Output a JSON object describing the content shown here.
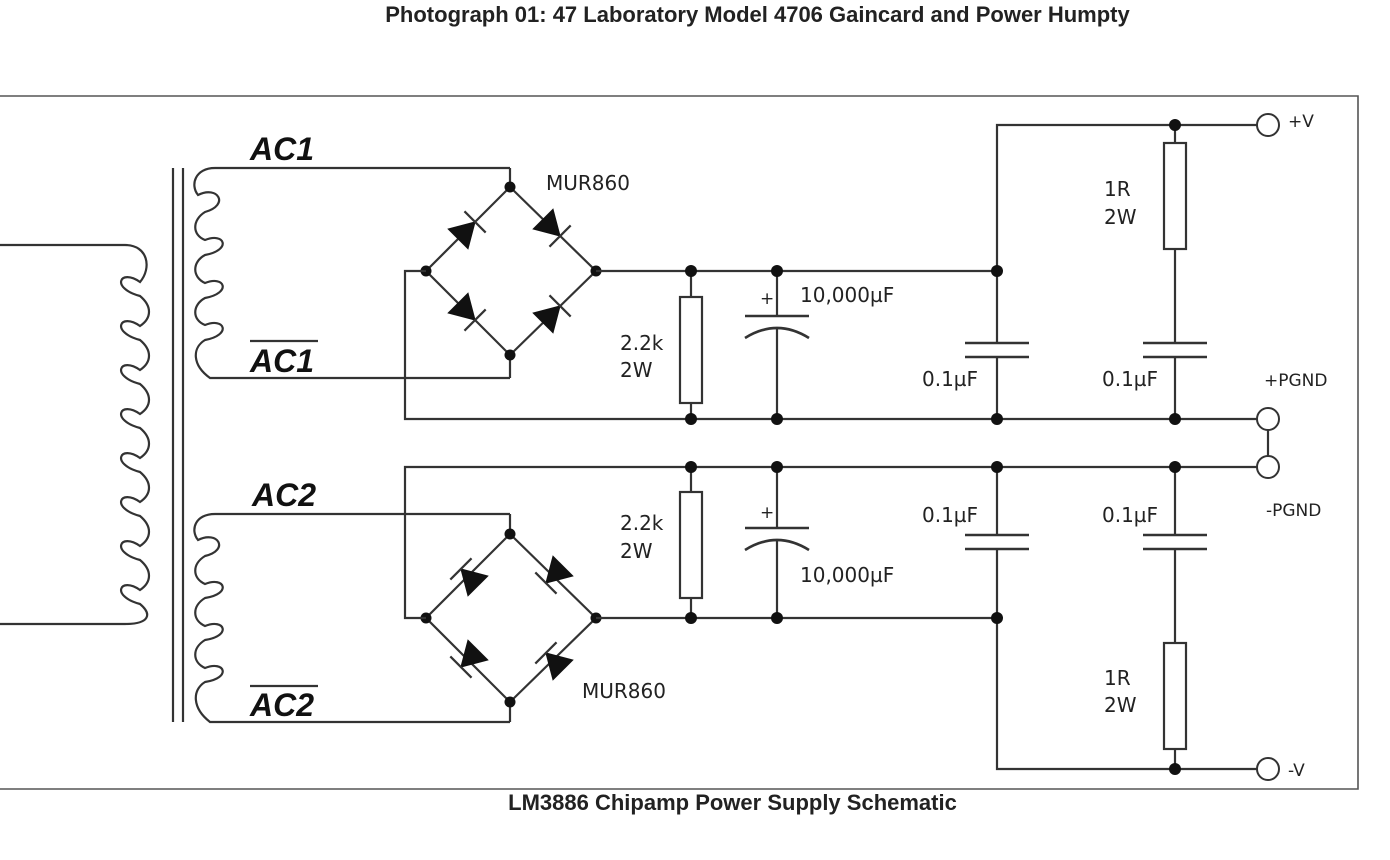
{
  "captions": {
    "header": "Photograph 01: 47 Laboratory Model 4706 Gaincard and Power Humpty",
    "footer": "LM3886 Chipamp Power Supply Schematic"
  },
  "transformer": {
    "secondary_1": "AC1",
    "secondary_1_return": "AC1",
    "secondary_2": "AC2",
    "secondary_2_return": "AC2"
  },
  "bridges": {
    "top_label": "MUR860",
    "bottom_label": "MUR860"
  },
  "components": {
    "bleeder_top_value": "2.2k",
    "bleeder_top_power": "2W",
    "bleeder_bottom_value": "2.2k",
    "bleeder_bottom_power": "2W",
    "cap_top_bulk": "10,000µF",
    "cap_bottom_bulk": "10,000µF",
    "cap_top_film_1": "0.1µF",
    "cap_top_film_2": "0.1µF",
    "cap_bottom_film_1": "0.1µF",
    "cap_bottom_film_2": "0.1µF",
    "res_top_value": "1R",
    "res_top_power": "2W",
    "res_bottom_value": "1R",
    "res_bottom_power": "2W",
    "polarity_mark": "+"
  },
  "terminals": {
    "positive": "+V",
    "positive_ground": "+PGND",
    "negative_ground": "-PGND",
    "negative": "-V"
  }
}
